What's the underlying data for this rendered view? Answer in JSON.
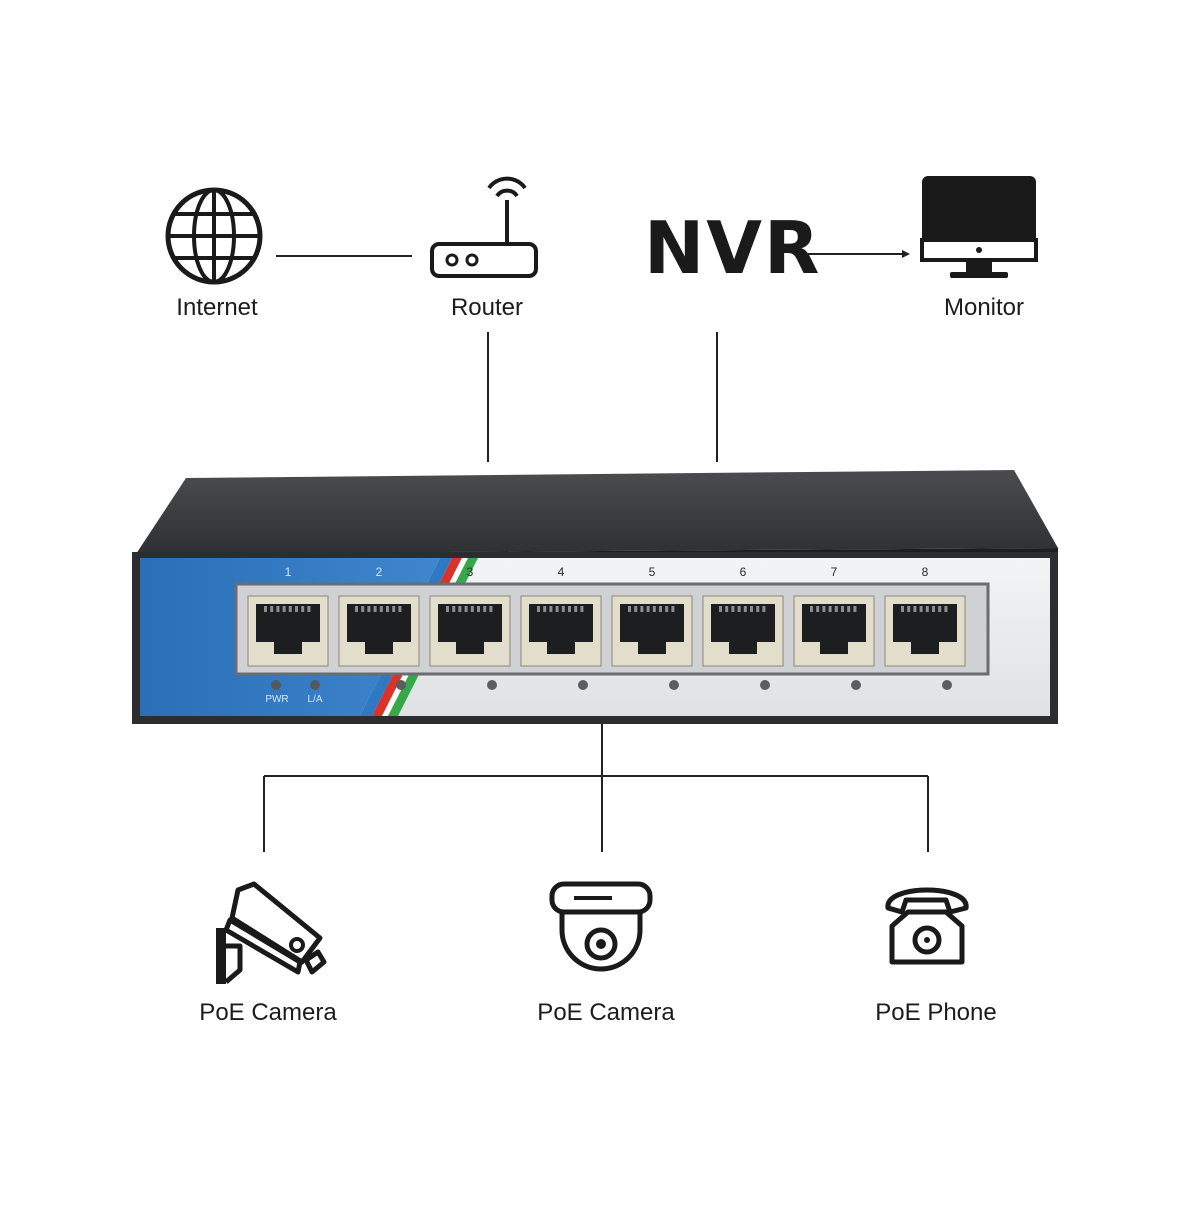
{
  "nodes": {
    "internet": {
      "label": "Internet",
      "icon": "globe-icon"
    },
    "router": {
      "label": "Router",
      "icon": "router-icon"
    },
    "nvr": {
      "label": "NVR"
    },
    "monitor": {
      "label": "Monitor",
      "icon": "monitor-icon"
    },
    "poe_camera_bullet": {
      "label": "PoE Camera",
      "icon": "bullet-camera-icon"
    },
    "poe_camera_dome": {
      "label": "PoE Camera",
      "icon": "dome-camera-icon"
    },
    "poe_phone": {
      "label": "PoE Phone",
      "icon": "telephone-icon"
    }
  },
  "switch": {
    "port_numbers": [
      "1",
      "2",
      "3",
      "4",
      "5",
      "6",
      "7",
      "8"
    ],
    "led_labels": {
      "power": "PWR",
      "link": "L/A"
    },
    "colors": {
      "body": "#3a3c3f",
      "panel": "#e8e9eb",
      "accent_blue": "#2f79c2"
    }
  },
  "connections": [
    [
      "internet",
      "router"
    ],
    [
      "nvr",
      "monitor"
    ],
    [
      "router",
      "switch"
    ],
    [
      "nvr",
      "switch"
    ],
    [
      "switch",
      "poe_camera_bullet"
    ],
    [
      "switch",
      "poe_camera_dome"
    ],
    [
      "switch",
      "poe_phone"
    ]
  ]
}
